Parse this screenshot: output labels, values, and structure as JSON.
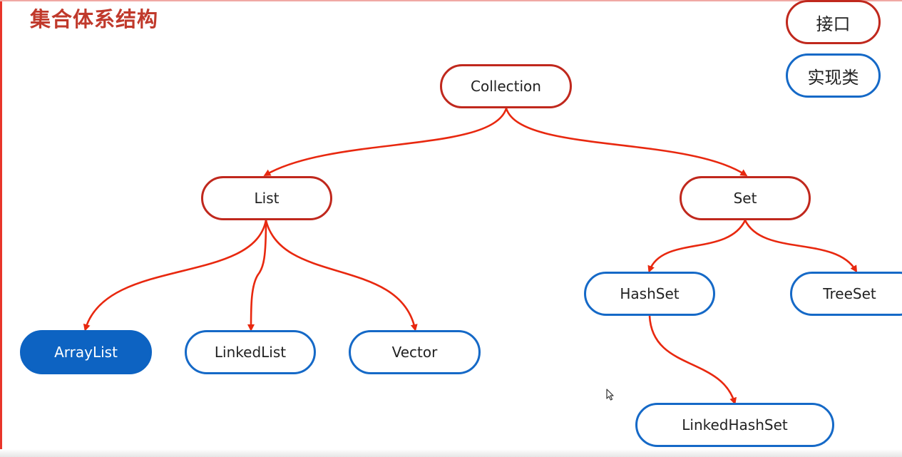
{
  "title": "集合体系结构",
  "legend": {
    "interface": "接口",
    "implementation": "实现类"
  },
  "nodes": {
    "collection": "Collection",
    "list": "List",
    "set": "Set",
    "arraylist": "ArrayList",
    "linkedlist": "LinkedList",
    "vector": "Vector",
    "hashset": "HashSet",
    "treeset": "TreeSet",
    "linkedhashset": "LinkedHashSet"
  },
  "colors": {
    "interface_border": "#c0281d",
    "implementation_border": "#1569c7",
    "highlight_fill": "#0d63c2",
    "arrow": "#e8280f",
    "title": "#c0392b"
  },
  "icons": {
    "cursor": "mouse-pointer-icon"
  }
}
